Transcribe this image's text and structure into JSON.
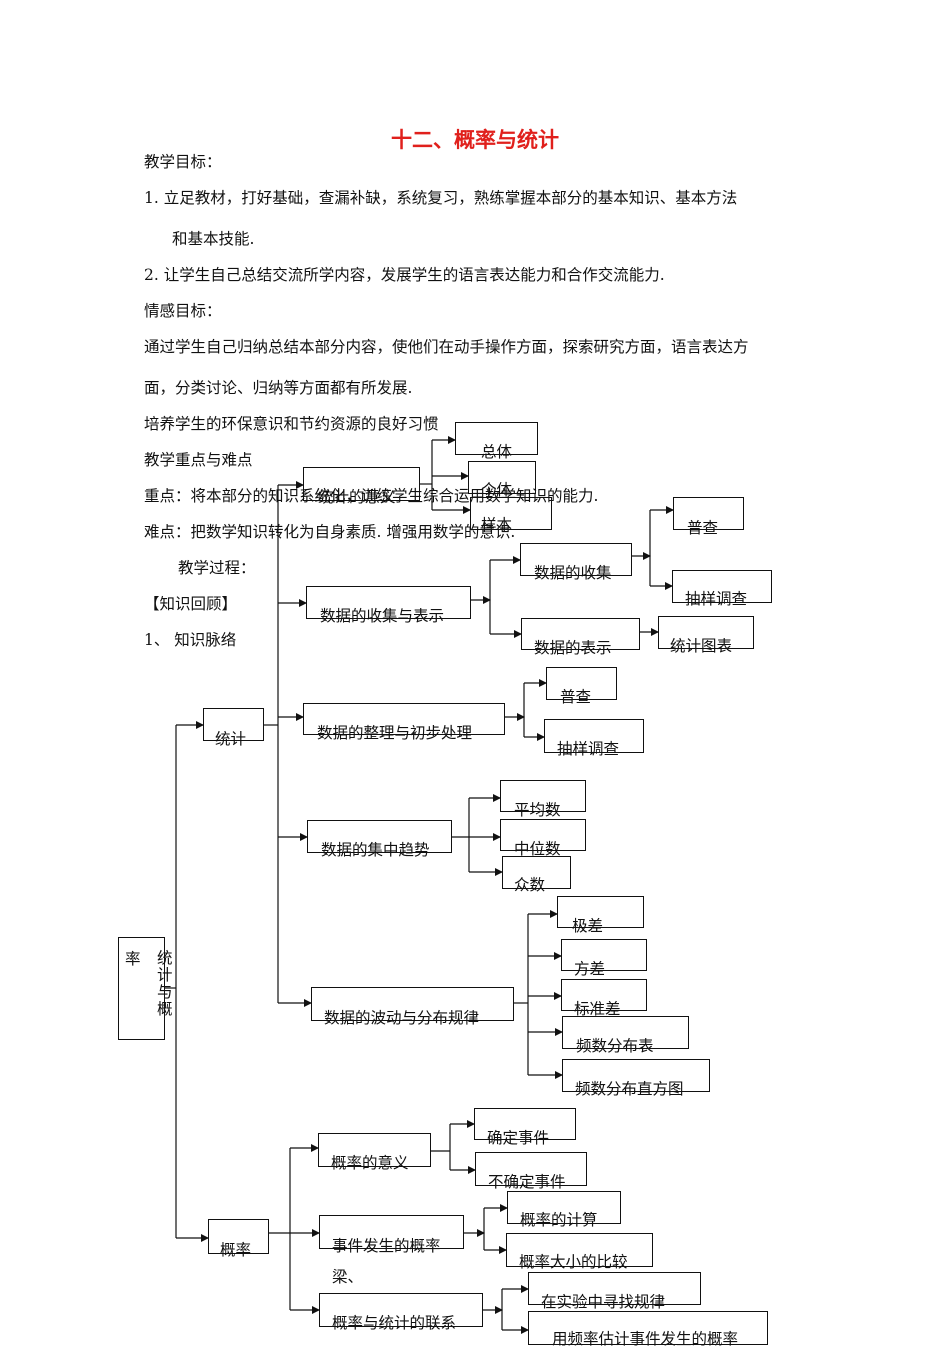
{
  "title": "十二、概率与统计",
  "lines": [
    "教学目标：",
    "1.  立足教材，打好基础，查漏补缺，系统复习，熟练掌握本部分的基本知识、基本方法",
    "和基本技能.",
    "2.  让学生自己总结交流所学内容，发展学生的语言表达能力和合作交流能力.",
    "情感目标：",
    "通过学生自己归纳总结本部分内容，使他们在动手操作方面，探索研究方面，语言表达方",
    "面，分类讨论、归纳等方面都有所发展.",
    "培养学生的环保意识和节约资源的良好习惯",
    "教学重点与难点",
    "重点：将本部分的知识系统化，训练学生综合运用数学知识的能力.",
    "难点：把数学知识转化为自身素质.  增强用数学的意识.",
    "教学过程：",
    "【知识回顾】",
    "1、  知识脉络"
  ],
  "diagram": {
    "root_left": "率",
    "root_right": "统计与概",
    "stat": "统计",
    "prob": "概率",
    "stat_items": [
      "统计的意义",
      "数据的收集与表示",
      "数据的整理与初步处理",
      "数据的集中趋势",
      "数据的波动与分布规律"
    ],
    "meaning_items": [
      "总体",
      "个体",
      "样本"
    ],
    "collect_repr": [
      "数据的收集",
      "数据的表示"
    ],
    "collect_items": [
      "普查",
      "抽样调查"
    ],
    "repr_items": [
      "统计图表"
    ],
    "process_items": [
      "普查",
      "抽样调查"
    ],
    "central_items": [
      "平均数",
      "中位数",
      "众数"
    ],
    "spread_items": [
      "极差",
      "方差",
      "标准差",
      "频数分布表",
      "频数分布直方图"
    ],
    "prob_items": [
      "概率的意义",
      "事件发生的概率",
      "概率与统计的联系"
    ],
    "prob_extra": "梁、",
    "meaning_prob_items": [
      "确定事件",
      "不确定事件"
    ],
    "event_items": [
      "概率的计算",
      "概率大小的比较"
    ],
    "link_items": [
      "在实验中寻找规律",
      "用频率估计事件发生的概率"
    ]
  }
}
